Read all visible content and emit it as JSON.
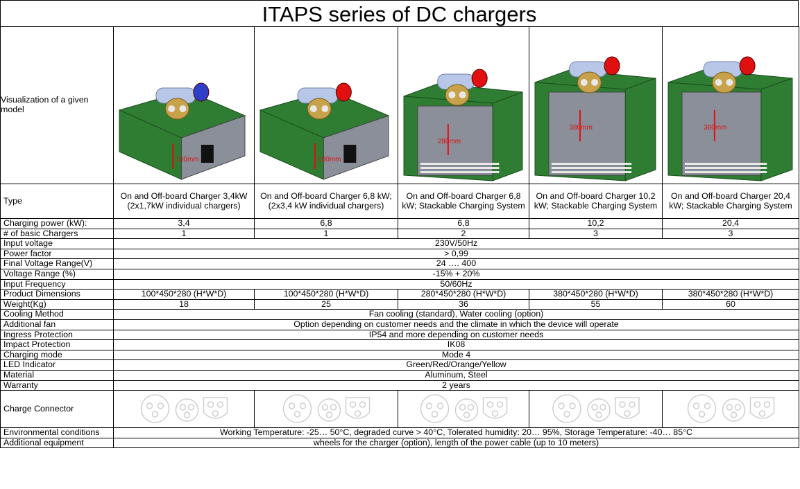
{
  "title": "ITAPS series of DC chargers",
  "labels": {
    "visualization": "Visualization of a given model",
    "type": "Type",
    "charging_power": "Charging power (kW):",
    "basic_chargers": "# of basic Chargers",
    "input_voltage": "Input voltage",
    "power_factor": "Power factor",
    "final_voltage": "Final Voltage Range(V)",
    "voltage_range": "Voltage Range (%)",
    "input_frequency": "Input Frequency",
    "dimensions": "Product Dimensions",
    "weight": "Weight(Kg)",
    "cooling": "Cooling Method",
    "fan": "Additional fan",
    "ingress": "Ingress Protection",
    "impact": "Impact Protection",
    "mode": "Charging mode",
    "led": "LED Indicator",
    "material": "Material",
    "warranty": "Warranty",
    "connector": "Charge Connector",
    "environment": "Environmental conditions",
    "equipment": "Additional equipment"
  },
  "models": [
    {
      "type": "On and Off-board Charger 3,4kW (2x1,7kW individual chargers)",
      "power": "3,4",
      "basic": "1",
      "dimensions": "100*450*280 (H*W*D)",
      "weight": "18",
      "height_label": "100mm",
      "plug_color": "#2f3fc8"
    },
    {
      "type": "On and Off-board Charger 6,8 kW; (2x3,4 kW individual chargers)",
      "power": "6,8",
      "basic": "1",
      "dimensions": "100*450*280 (H*W*D)",
      "weight": "25",
      "height_label": "100mm",
      "plug_color": "#e01010"
    },
    {
      "type": "On and Off-board Charger 6,8 kW; Stackable Charging System",
      "power": "6,8",
      "basic": "2",
      "dimensions": "280*450*280 (H*W*D)",
      "weight": "36",
      "height_label": "280mm",
      "plug_color": "#e01010"
    },
    {
      "type": "On and Off-board Charger 10,2 kW; Stackable Charging System",
      "power": "10,2",
      "basic": "3",
      "dimensions": "380*450*280 (H*W*D)",
      "weight": "55",
      "height_label": "380mm",
      "plug_color": "#e01010"
    },
    {
      "type": "On and Off-board Charger 20,4 kW; Stackable Charging System",
      "power": "20,4",
      "basic": "3",
      "dimensions": "380*450*280 (H*W*D)",
      "weight": "60",
      "height_label": "380mm",
      "plug_color": "#e01010"
    }
  ],
  "shared": {
    "input_voltage": "230V/50Hz",
    "power_factor": "> 0,99",
    "final_voltage": "24 …. 400",
    "voltage_range": "-15% + 20%",
    "input_frequency": "50/60Hz",
    "cooling": "Fan cooling (standard), Water cooling (option)",
    "fan": "Option depending on customer needs and the climate in which the device will operate",
    "ingress": "IP54 and more depending on customer needs",
    "impact": "IK08",
    "mode": "Mode 4",
    "led": "Green/Red/Orange/Yellow",
    "material": "Aluminum, Steel",
    "warranty": "2 years",
    "environment": "Working Temperature: -25… 50°C, degraded curve > 40°C, Tolerated humidity: 20… 95%, Storage Temperature: -40… 85°C",
    "equipment": "wheels for the charger (option), length of the power cable (up to 10 meters)"
  },
  "colors": {
    "cabinet_green": "#2e7d32",
    "cabinet_grey": "#8a8f99",
    "accent_red": "#e01010"
  }
}
